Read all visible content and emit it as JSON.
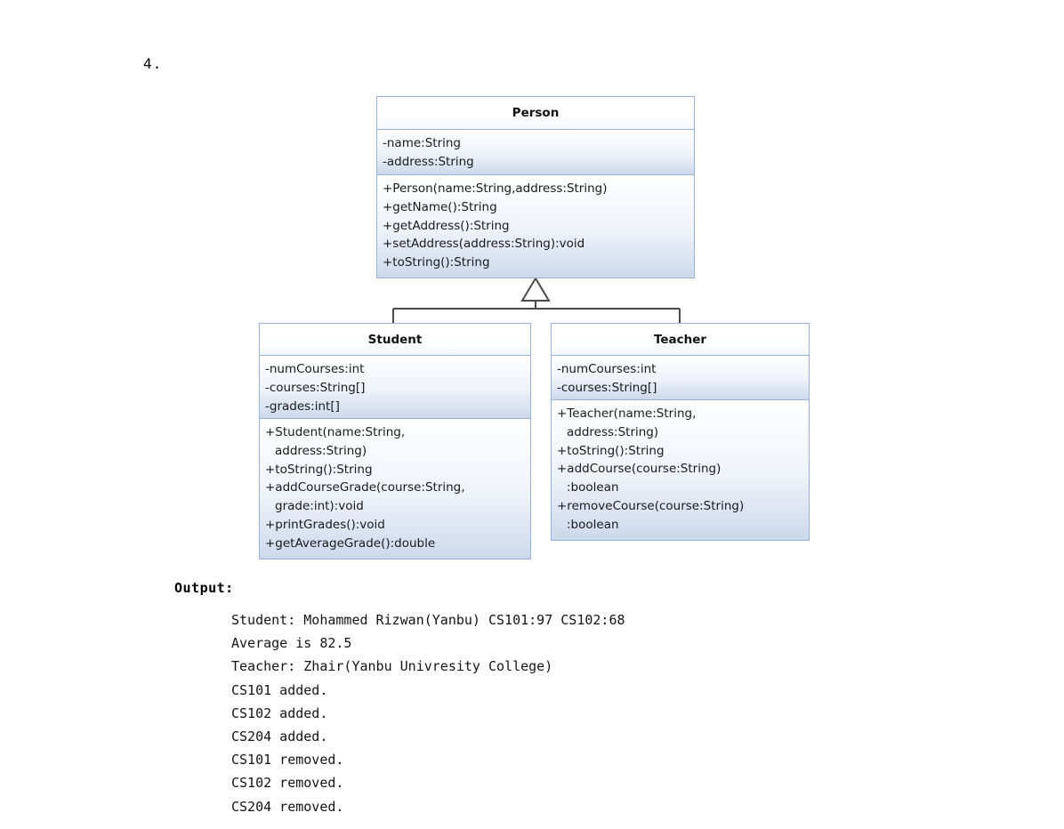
{
  "question_number": "4.",
  "diagram": {
    "type": "uml-class-diagram",
    "relationship": "generalization",
    "classes": [
      {
        "name": "Person",
        "attributes": [
          {
            "text": "-name:String",
            "continuation": false
          },
          {
            "text": "-address:String",
            "continuation": false
          }
        ],
        "operations": [
          {
            "text": "+Person(name:String,address:String)",
            "continuation": false
          },
          {
            "text": "+getName():String",
            "continuation": false
          },
          {
            "text": "+getAddress():String",
            "continuation": false
          },
          {
            "text": "+setAddress(address:String):void",
            "continuation": false
          },
          {
            "text": "+toString():String",
            "continuation": false
          }
        ]
      },
      {
        "name": "Student",
        "attributes": [
          {
            "text": "-numCourses:int",
            "continuation": false
          },
          {
            "text": "-courses:String[]",
            "continuation": false
          },
          {
            "text": "-grades:int[]",
            "continuation": false
          }
        ],
        "operations": [
          {
            "text": "+Student(name:String,",
            "continuation": false
          },
          {
            "text": "address:String)",
            "continuation": true
          },
          {
            "text": "+toString():String",
            "continuation": false
          },
          {
            "text": "+addCourseGrade(course:String,",
            "continuation": false
          },
          {
            "text": "grade:int):void",
            "continuation": true
          },
          {
            "text": "+printGrades():void",
            "continuation": false
          },
          {
            "text": "+getAverageGrade():double",
            "continuation": false
          }
        ]
      },
      {
        "name": "Teacher",
        "attributes": [
          {
            "text": "-numCourses:int",
            "continuation": false
          },
          {
            "text": "-courses:String[]",
            "continuation": false
          }
        ],
        "operations": [
          {
            "text": "+Teacher(name:String,",
            "continuation": false
          },
          {
            "text": "address:String)",
            "continuation": true
          },
          {
            "text": "+toString():String",
            "continuation": false
          },
          {
            "text": "+addCourse(course:String)",
            "continuation": false
          },
          {
            "text": ":boolean",
            "continuation": true
          },
          {
            "text": "+removeCourse(course:String)",
            "continuation": false
          },
          {
            "text": ":boolean",
            "continuation": true
          }
        ]
      }
    ]
  },
  "output": {
    "label": "Output:",
    "lines": [
      "Student: Mohammed Rizwan(Yanbu) CS101:97 CS102:68",
      "Average is 82.5",
      "Teacher: Zhair(Yanbu Univresity College)",
      "CS101 added.",
      "CS102 added.",
      "CS204 added.",
      "CS101 removed.",
      "CS102 removed.",
      "CS204 removed."
    ]
  },
  "colors": {
    "box_border": "#9ab2d4",
    "box_gradient_top": "#ffffff",
    "box_gradient_bottom": "#ccd9ec",
    "connector": "#4a4a4a",
    "text": "#1a1a1a"
  }
}
